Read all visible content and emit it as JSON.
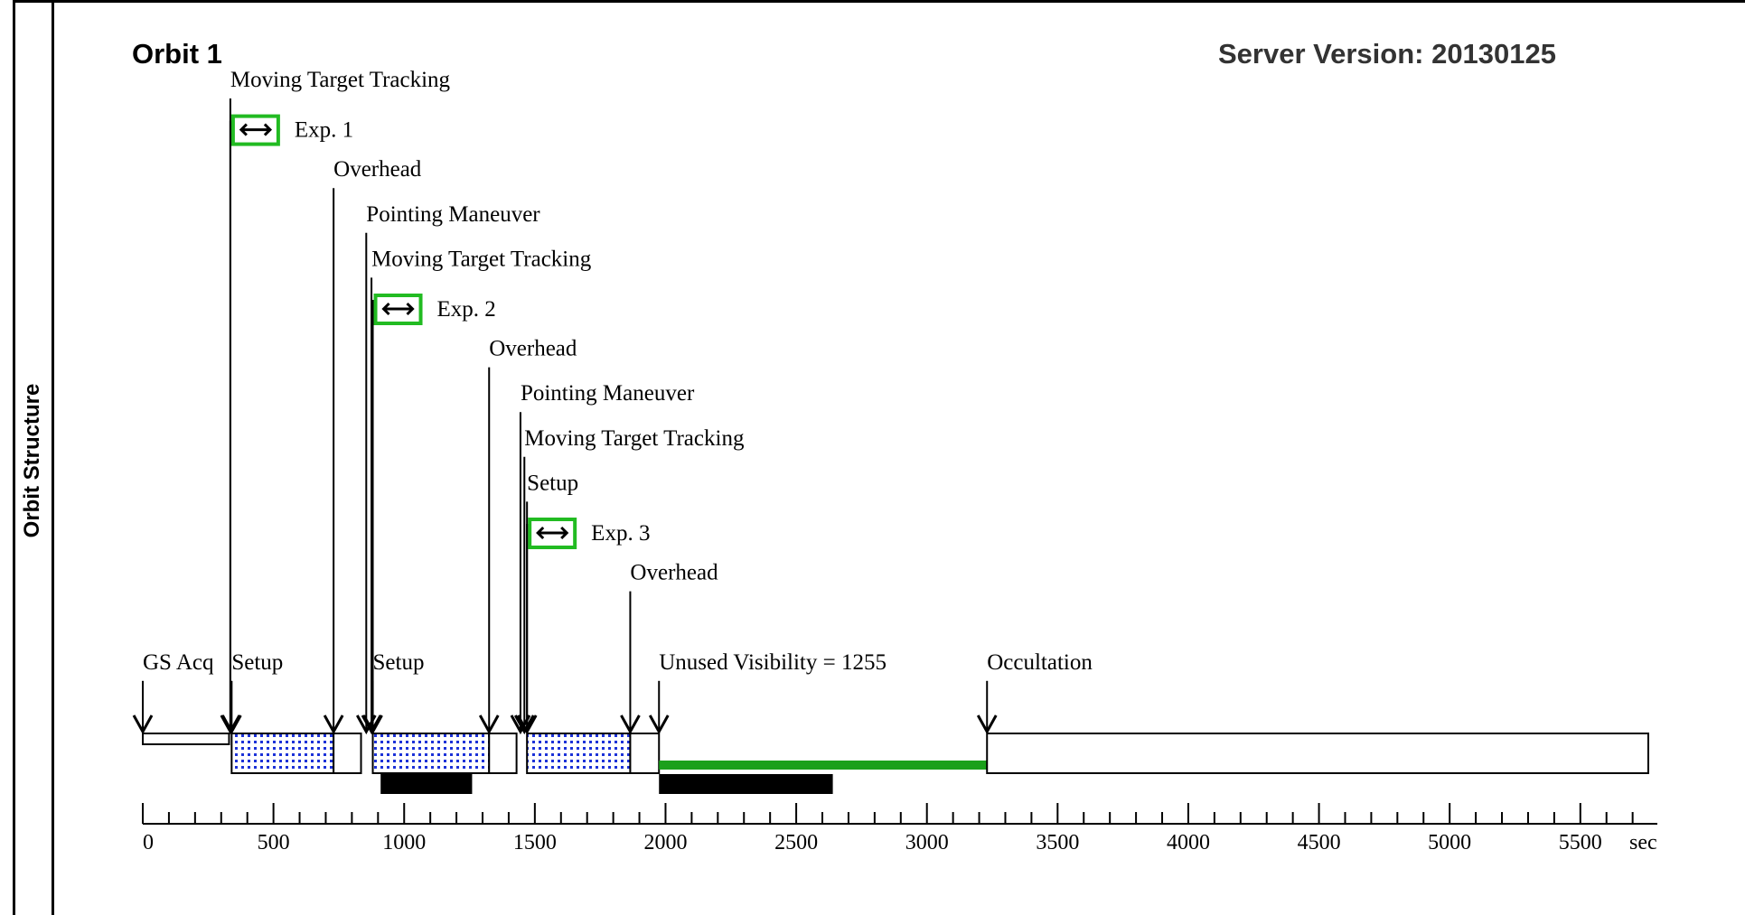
{
  "side_title": "Orbit Structure",
  "orbit_title": "Orbit 1",
  "server_version": "Server Version: 20130125",
  "axis": {
    "min": 0,
    "max": 5760,
    "unit_label": "sec",
    "major_ticks": [
      0,
      500,
      1000,
      1500,
      2000,
      2500,
      3000,
      3500,
      4000,
      4500,
      5000,
      5500
    ],
    "tick_labels": [
      "0",
      "500",
      "1000",
      "1500",
      "2000",
      "2500",
      "3000",
      "3500",
      "4000",
      "4500",
      "5000",
      "5500"
    ],
    "minor_step": 100
  },
  "events": [
    {
      "label": "GS Acq",
      "time": 0,
      "row": 13
    },
    {
      "label": "Setup",
      "time": 340,
      "row": 13
    },
    {
      "label": "Moving Target Tracking",
      "time": 335,
      "row": 0
    },
    {
      "label": "Exp. 1",
      "time": 335,
      "row": 1,
      "exposure": true
    },
    {
      "label": "Overhead",
      "time": 730,
      "row": 2
    },
    {
      "label": "Pointing Maneuver",
      "time": 855,
      "row": 3
    },
    {
      "label": "Moving Target Tracking",
      "time": 875,
      "row": 4
    },
    {
      "label": "Exp. 2",
      "time": 880,
      "row": 5,
      "exposure": true
    },
    {
      "label": "Setup",
      "time": 880,
      "row": 13
    },
    {
      "label": "Overhead",
      "time": 1325,
      "row": 6
    },
    {
      "label": "Pointing Maneuver",
      "time": 1445,
      "row": 7
    },
    {
      "label": "Moving Target Tracking",
      "time": 1460,
      "row": 8
    },
    {
      "label": "Setup",
      "time": 1470,
      "row": 9
    },
    {
      "label": "Exp. 3",
      "time": 1470,
      "row": 10,
      "exposure": true
    },
    {
      "label": "Overhead",
      "time": 1865,
      "row": 11
    },
    {
      "label": "Unused Visibility = 1255",
      "time": 1975,
      "row": 13
    },
    {
      "label": "Occultation",
      "time": 3230,
      "row": 13
    }
  ],
  "segments": [
    {
      "kind": "acquisition",
      "start": 0,
      "end": 330
    },
    {
      "kind": "exposure",
      "start": 340,
      "end": 730
    },
    {
      "kind": "overhead",
      "start": 730,
      "end": 835
    },
    {
      "kind": "exposure",
      "start": 880,
      "end": 1325
    },
    {
      "kind": "overhead",
      "start": 1325,
      "end": 1430
    },
    {
      "kind": "exposure",
      "start": 1470,
      "end": 1865
    },
    {
      "kind": "overhead",
      "start": 1865,
      "end": 1975
    },
    {
      "kind": "unused",
      "start": 1975,
      "end": 3230
    },
    {
      "kind": "occultation",
      "start": 3230,
      "end": 5760
    }
  ],
  "bars": [
    {
      "start": 910,
      "end": 1260
    },
    {
      "start": 1975,
      "end": 2640
    }
  ],
  "colors": {
    "exposure_fill": "#1c32d8",
    "exposure_frame": "#22bb22",
    "unused": "#1ba01b",
    "black": "#000000"
  },
  "icons": {
    "exposure": "double-arrow-icon",
    "event": "down-arrow-icon"
  }
}
